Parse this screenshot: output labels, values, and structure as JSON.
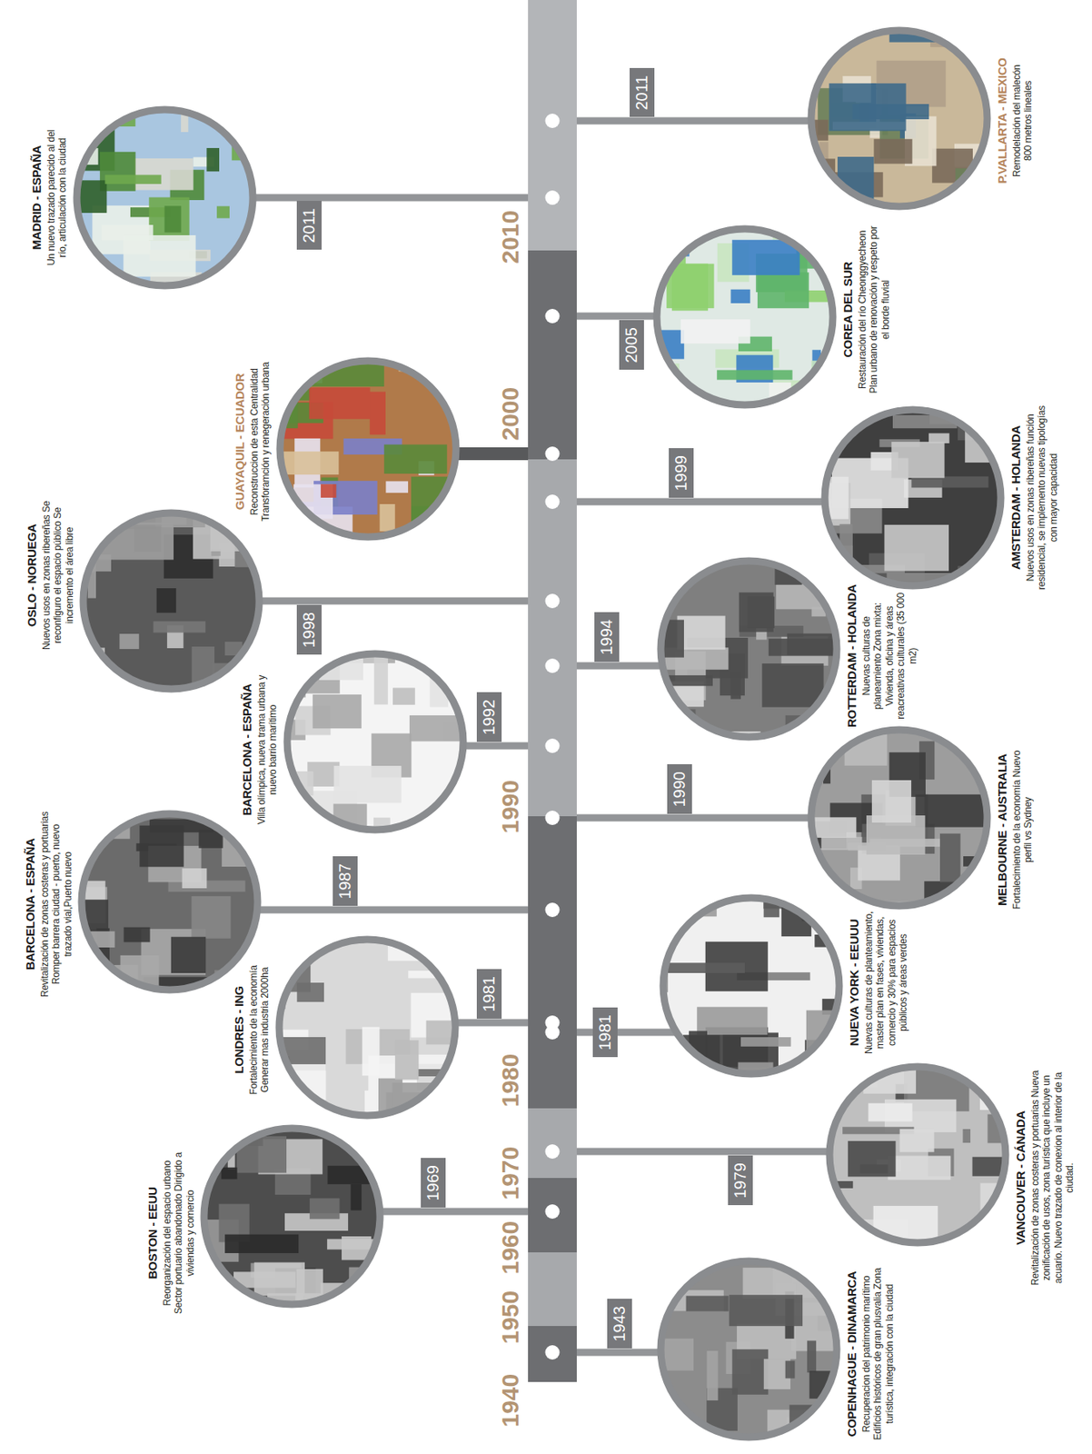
{
  "diagram": {
    "nodes": [
      {
        "text": [
          "COPENHAGUE - DINAMARCA",
          "Recuperacion del patrimonio marítimo Edificios históricos de gran plusvalia Zona turística, integración con la ciudad"
        ]
      },
      {
        "text": [
          "BOSTON - EEUU",
          "Reorganización del espacio urbano Sector portuario abandonado Dirigido a viviendas y comercio"
        ]
      },
      {
        "text": [
          "VANCOUVER - CÁNADA",
          "Revitalización de zonas costeras y portuarias Nueva zonificación de usos, zona turística que incluye un acuario. Nuevo trazado de conexion al interior de la ciudad."
        ]
      },
      {
        "text": [
          "LONDRES - ING",
          "Fortalecimiento de la economía Generar mas industria 2000ha"
        ]
      },
      {
        "text": [
          "NUEVA YORK - EEUUU",
          "Nuevas culturas de planteamiento, master plan en fases, viviendas, comercio y 30% para espacios públicos y áreas verdes"
        ]
      },
      {
        "text": [
          "BARCELONA - ESPAÑA",
          "Revitalización de zonas costeras y portuarias Romper barrera ciudad - puerto, nuevo trazado vial,Puerto nuevo"
        ]
      },
      {
        "text": [
          "MELBOURNE - AUSTRALIA",
          "Fortalecimiento de la economía Nuevo perfil vs Sydney"
        ]
      },
      {
        "text": [
          "BARCELONA - ESPAÑA",
          "Villa olímpica, nueva trama urbana y nuevo barrio marítimo"
        ]
      },
      {
        "text": [
          "ROTTERDAM - HOLANDA",
          "Nuevas culturas de planeamiento Zona mixta: Vivienda, oficina y áreas reacreativas culturales (35 000 m2)"
        ]
      },
      {
        "text": [
          "OSLO - NORUEGA",
          "Nuevos usos en zonas ribereñas Se reconfiguro el espacio público Se incremento el área libre"
        ]
      },
      {
        "text": [
          "AMSTERDAM - HOLANDA",
          "Nuevos usos en zonas ribereñas función residencial, se implemento nuevas tipologías con mayor capacidad"
        ]
      },
      {
        "text": [
          "GUAYAQUIL - ECUADOR",
          "Reconstruccion de esta Centralidad Transforamción y renegeración urbana"
        ]
      },
      {
        "text": [
          "COREA DEL SUR",
          "Restauración del río Cheonggyecheon Plan urbano de renovación y respeto por el borde fluvial"
        ]
      },
      {
        "text": [
          "MADRID - ESPAÑA",
          "Un nuevo trazado parecido al del río, articulación con la ciudad"
        ]
      },
      {
        "text": [
          "P.VALLARTA - MEXICO",
          "Remodelación del malecón 800 metros lineales"
        ]
      }
    ],
    "labels": [
      "1940",
      "1950",
      "1960",
      "1970",
      "1980",
      "1990",
      "2000",
      "2010",
      "1943",
      "1969",
      "1979",
      "1981",
      "1981",
      "1987",
      "1990",
      "1992",
      "1994",
      "1998",
      "1999",
      "2005",
      "2011",
      "2011"
    ]
  }
}
